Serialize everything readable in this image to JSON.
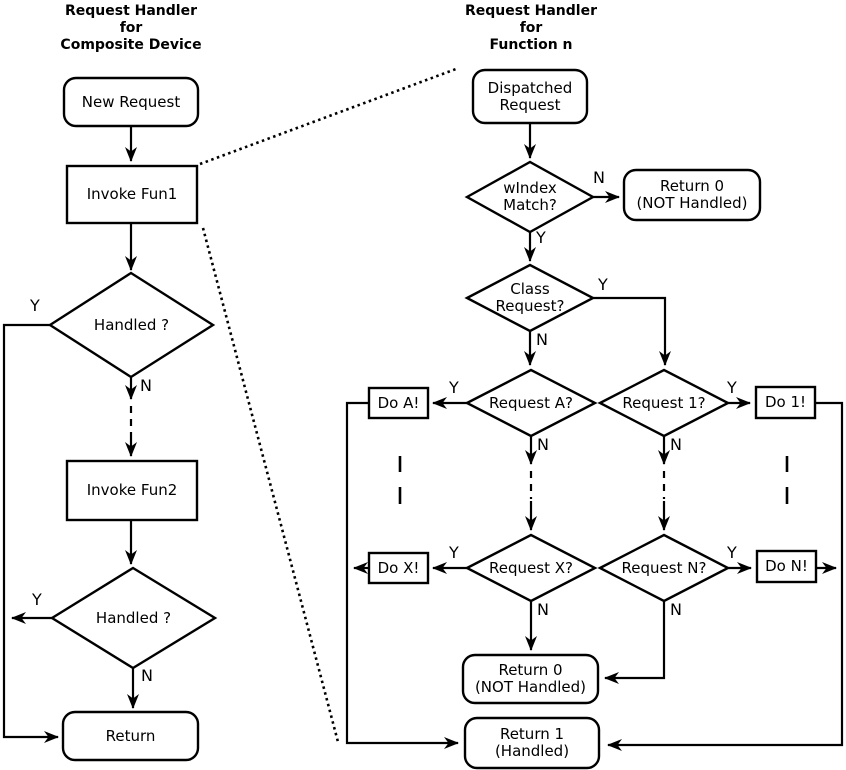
{
  "diagram": {
    "kind": "flowchart",
    "colors": {
      "stroke": "#000000",
      "background": "#ffffff",
      "text": "#000000"
    }
  },
  "left": {
    "title": {
      "lines": [
        "Request Handler",
        "for",
        "Composite Device"
      ]
    },
    "nodes": {
      "new_request": "New Request",
      "invoke_fun1": "Invoke Fun1",
      "handled1": "Handled ?",
      "invoke_fun2": "Invoke Fun2",
      "handled2": "Handled ?",
      "return_end": "Return"
    },
    "labels": {
      "handled1_y": "Y",
      "handled1_n": "N",
      "handled2_y": "Y",
      "handled2_n": "N"
    }
  },
  "right": {
    "title": {
      "lines": [
        "Request Handler",
        "for",
        "Function n"
      ]
    },
    "nodes": {
      "dispatched": [
        "Dispatched",
        "Request"
      ],
      "windex": [
        "wIndex",
        "Match?"
      ],
      "return0_top": [
        "Return 0",
        "(NOT Handled)"
      ],
      "class_request": [
        "Class",
        "Request?"
      ],
      "request_a": "Request A?",
      "do_a": "Do A!",
      "request_1": "Request 1?",
      "do_1": "Do 1!",
      "request_x": "Request X?",
      "do_x": "Do X!",
      "request_n": "Request N?",
      "do_n": "Do N!",
      "return0_bottom": [
        "Return 0",
        "(NOT Handled)"
      ],
      "return1": [
        "Return 1",
        "(Handled)"
      ]
    },
    "labels": {
      "windex_n": "N",
      "windex_y": "Y",
      "class_y": "Y",
      "class_n": "N",
      "request_a_y": "Y",
      "request_a_n": "N",
      "request_1_y": "Y",
      "request_1_n": "N",
      "request_x_y": "Y",
      "request_x_n": "N",
      "request_n_y": "Y",
      "request_n_n": "N"
    }
  }
}
